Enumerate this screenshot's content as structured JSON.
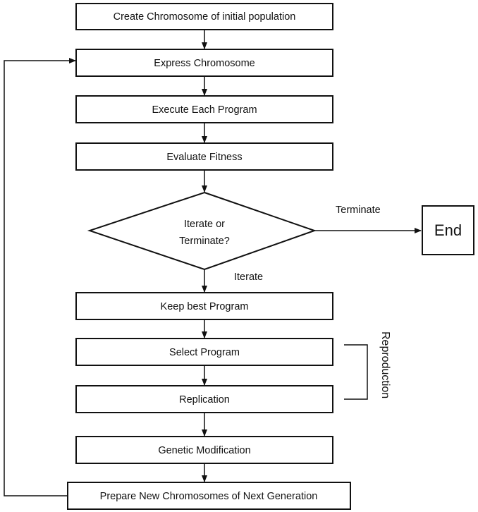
{
  "steps": {
    "create": "Create Chromosome of initial population",
    "express": "Express Chromosome",
    "execute": "Execute Each Program",
    "evaluate": "Evaluate Fitness",
    "decision_line1": "Iterate or",
    "decision_line2": "Terminate?",
    "keep_best": "Keep best Program",
    "select": "Select Program",
    "replication": "Replication",
    "genetic_mod": "Genetic Modification",
    "prepare": "Prepare New Chromosomes of Next Generation",
    "end": "End"
  },
  "edges": {
    "terminate": "Terminate",
    "iterate": "Iterate"
  },
  "groups": {
    "reproduction": "Reproduction"
  },
  "colors": {
    "stroke": "#111111",
    "fill": "#ffffff"
  }
}
